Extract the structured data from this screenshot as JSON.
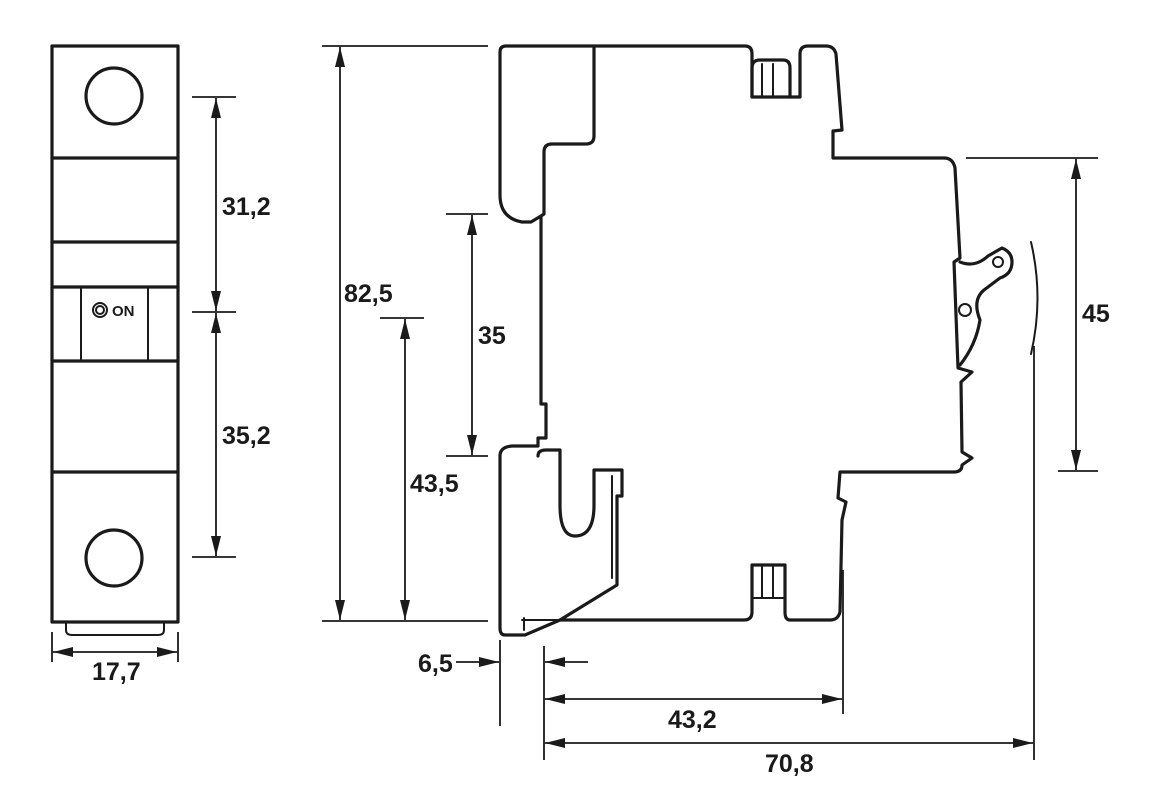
{
  "front_view": {
    "switch_label": "ON"
  },
  "dimensions": {
    "width_front": "17,7",
    "upper_pitch": "31,2",
    "lower_pitch": "35,2",
    "total_height": "82,5",
    "rail_height": "35",
    "rail_to_base": "43,5",
    "side_height": "45",
    "rail_offset": "6,5",
    "body_depth": "43,2",
    "total_depth": "70,8"
  }
}
